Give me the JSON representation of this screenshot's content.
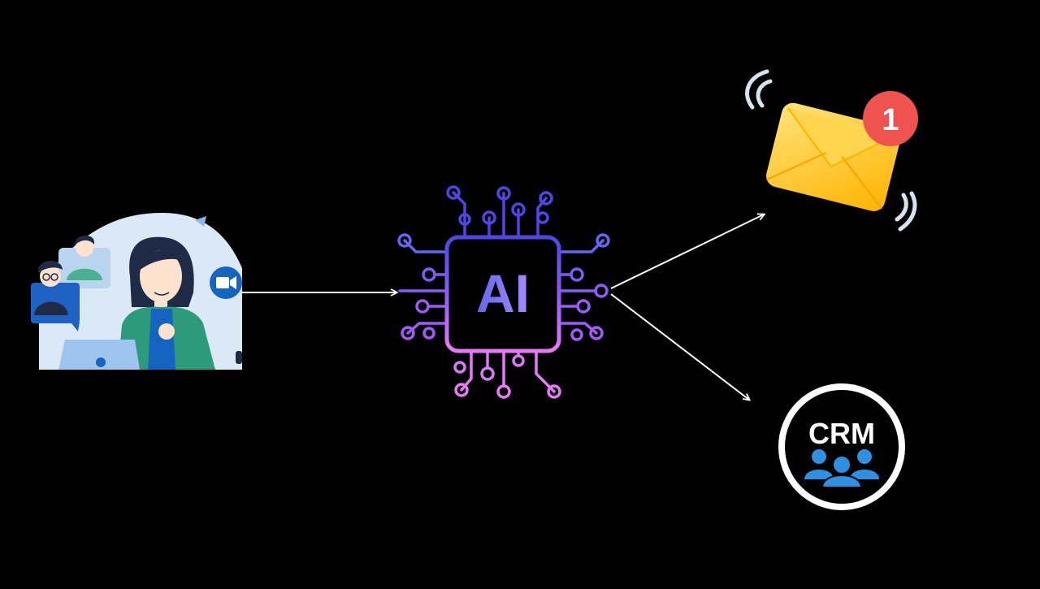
{
  "diagram": {
    "background": "#000000",
    "arrow_color": "#ffffff",
    "nodes": [
      {
        "id": "meeting",
        "icon": "video-meeting-illustration"
      },
      {
        "id": "ai",
        "icon": "ai-chip-icon",
        "label": "AI"
      },
      {
        "id": "email",
        "icon": "email-notification-icon",
        "badge": "1"
      },
      {
        "id": "crm",
        "icon": "crm-users-icon",
        "label": "CRM"
      }
    ],
    "colors": {
      "chip_top": "#4f46e5",
      "chip_mid": "#8b5cf6",
      "chip_bottom": "#e879f9",
      "envelope": "#ffc107",
      "badge": "#ef5350",
      "crm_people": "#2f8fe0",
      "meeting_bg": "#dbe9f6",
      "video_icon": "#1565c0"
    }
  }
}
